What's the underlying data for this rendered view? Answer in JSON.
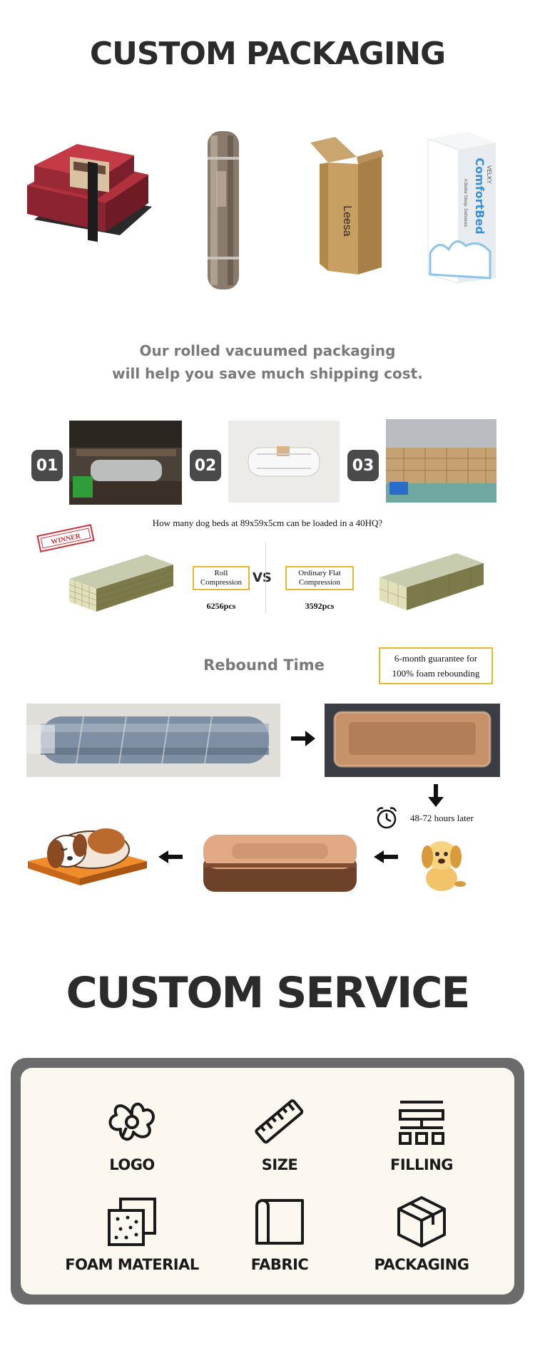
{
  "packaging": {
    "title": "CUSTOM PACKAGING",
    "tagline_1": "Our rolled vacuumed packaging",
    "tagline_2": "will help you save much shipping cost.",
    "box_brand": "VELKY",
    "box_product": "ComfortBed",
    "box_slogan": "A Better Sleep. Delivered.",
    "carton_brand": "Leesa"
  },
  "steps": [
    {
      "number": "01"
    },
    {
      "number": "02"
    },
    {
      "number": "03"
    }
  ],
  "loading": {
    "question": "How many dog beds at 89x59x5cm can be loaded in a 40HQ?",
    "winner": "WINNER",
    "roll_label_1": "Roll",
    "roll_label_2": "Compression",
    "vs": "VS",
    "flat_label_1": "Ordinary Flat",
    "flat_label_2": "Compression",
    "roll_count": "6256pcs",
    "flat_count": "3592pcs"
  },
  "rebound": {
    "title": "Rebound Time",
    "guarantee_1": "6-month guarantee for",
    "guarantee_2": "100% foam rebounding",
    "hours": "48-72 hours later"
  },
  "service": {
    "title": "CUSTOM SERVICE",
    "items": [
      {
        "label": "LOGO",
        "icon": "logo-flower-icon"
      },
      {
        "label": "SIZE",
        "icon": "ruler-icon"
      },
      {
        "label": "FILLING",
        "icon": "filling-layers-icon"
      },
      {
        "label": "FOAM MATERIAL",
        "icon": "foam-material-icon"
      },
      {
        "label": "FABRIC",
        "icon": "fabric-roll-icon"
      },
      {
        "label": "PACKAGING",
        "icon": "package-box-icon"
      }
    ]
  },
  "colors": {
    "accent_yellow": "#e9b82a",
    "dark_gray": "#4a4a4a",
    "frame_gray": "#6b6b6b",
    "cream": "#fcf8ef"
  }
}
